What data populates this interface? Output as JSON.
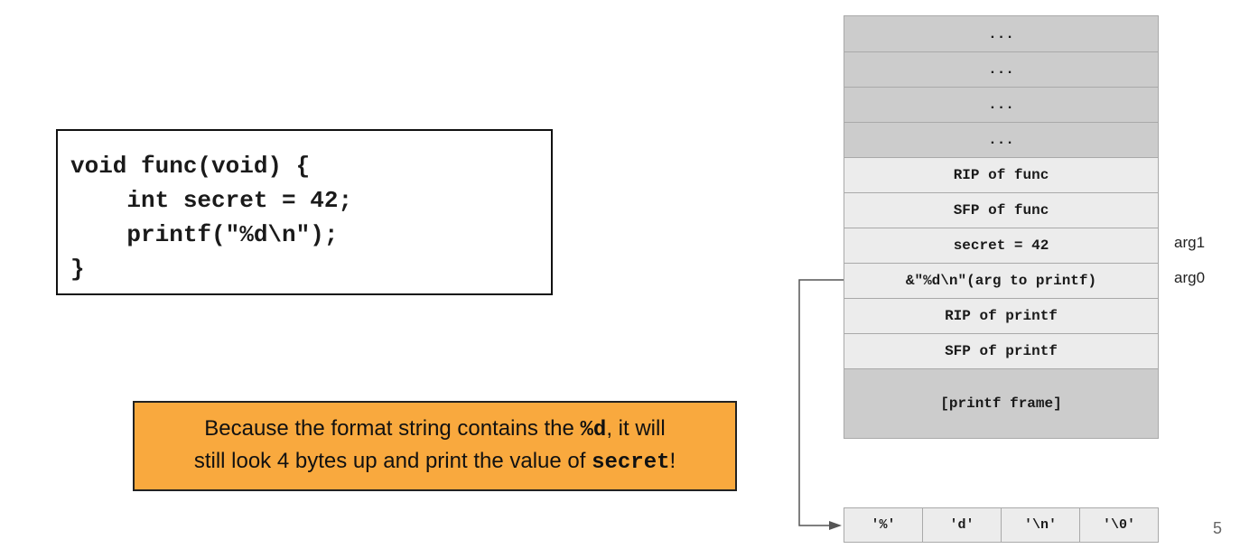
{
  "code": {
    "lines": [
      "void func(void) {",
      "    int secret = 42;",
      "    printf(\"%d\\n\");",
      "}"
    ]
  },
  "callout": {
    "line1_pre": "Because the format string contains the ",
    "line1_code": "%d",
    "line1_post": ", it will",
    "line2_pre": "still look 4 bytes up and print the value of ",
    "line2_code": "secret",
    "line2_post": "!"
  },
  "stack": {
    "cells": [
      {
        "label": "...",
        "shade": "dark"
      },
      {
        "label": "...",
        "shade": "dark"
      },
      {
        "label": "...",
        "shade": "dark"
      },
      {
        "label": "...",
        "shade": "dark"
      },
      {
        "label": "RIP of func",
        "shade": "light"
      },
      {
        "label": "SFP of func",
        "shade": "light"
      },
      {
        "label": "secret = 42",
        "shade": "light"
      },
      {
        "label": "&\"%d\\n\"(arg to printf)",
        "shade": "light"
      },
      {
        "label": "RIP of printf",
        "shade": "light"
      },
      {
        "label": "SFP of printf",
        "shade": "light"
      },
      {
        "label": "[printf frame]",
        "shade": "dark"
      }
    ],
    "side_labels": {
      "arg1": "arg1",
      "arg0": "arg0"
    }
  },
  "string_bytes": [
    "'%'",
    "'d'",
    "'\\n'",
    "'\\0'"
  ],
  "page_number": "5",
  "colors": {
    "callout_bg": "#f9a93e",
    "cell_dark": "#cccccc",
    "cell_light": "#ececec"
  }
}
